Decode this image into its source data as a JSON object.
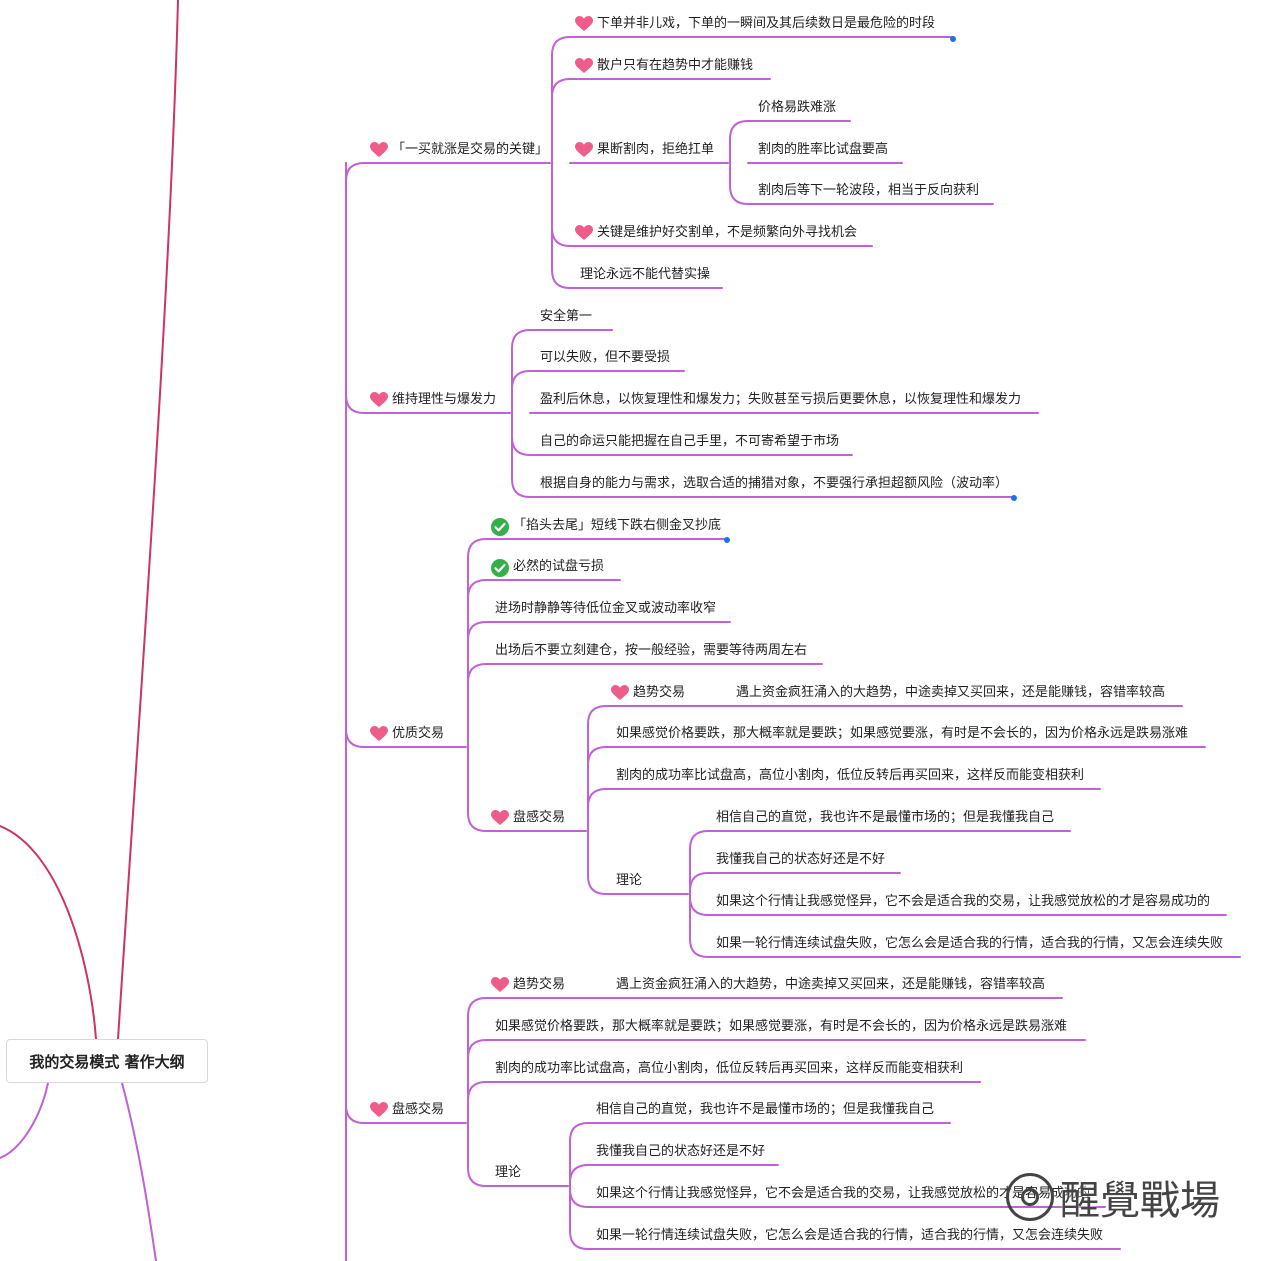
{
  "colors": {
    "branch": "#c062d6",
    "root_branch": "#cc3366",
    "heart": "#ee5c8a",
    "check": "#34b04a",
    "handle": "#1a73e8"
  },
  "root": {
    "label": "我的交易模式 著作大纲"
  },
  "b1": {
    "label": "「一买就涨是交易的关键」",
    "c1": "下单并非儿戏，下单的一瞬间及其后续数日是最危险的时段",
    "c2": "散户只有在趋势中才能赚钱",
    "c3": "果断割肉，拒绝扛单",
    "c3a": "价格易跌难涨",
    "c3b": "割肉的胜率比试盘要高",
    "c3c": "割肉后等下一轮波段，相当于反向获利",
    "c4": "关键是维护好交割单，不是频繁向外寻找机会",
    "c5": "理论永远不能代替实操"
  },
  "b2": {
    "label": "维持理性与爆发力",
    "c1": "安全第一",
    "c2": "可以失败，但不要受损",
    "c3": "盈利后休息，以恢复理性和爆发力；失败甚至亏损后更要休息，以恢复理性和爆发力",
    "c4": "自己的命运只能把握在自己手里，不可寄希望于市场",
    "c5": "根据自身的能力与需求，选取合适的捕猎对象，不要强行承担超额风险（波动率）"
  },
  "b3": {
    "label": "优质交易",
    "c1": "「掐头去尾」短线下跌右侧金叉抄底",
    "c2": "必然的试盘亏损",
    "c3": "进场时静静等待低位金叉或波动率收窄",
    "c4": "出场后不要立刻建仓，按一般经验，需要等待两周左右",
    "c5": "盘感交易",
    "c5a": "趋势交易",
    "c5a_note": "遇上资金疯狂涌入的大趋势，中途卖掉又买回来，还是能赚钱，容错率较高",
    "c5b": "如果感觉价格要跌，那大概率就是要跌；如果感觉要涨，有时是不会长的，因为价格永远是跌易涨难",
    "c5c": "割肉的成功率比试盘高，高位小割肉，低位反转后再买回来，这样反而能变相获利",
    "c5d": "理论",
    "c5d1": "相信自己的直觉，我也许不是最懂市场的；但是我懂我自己",
    "c5d2": "我懂我自己的状态好还是不好",
    "c5d3": "如果这个行情让我感觉怪异，它不会是适合我的交易，让我感觉放松的才是容易成功的",
    "c5d4": "如果一轮行情连续试盘失败，它怎么会是适合我的行情，适合我的行情，又怎会连续失败"
  },
  "b4": {
    "label": "盘感交易",
    "c1": "趋势交易",
    "c1_note": "遇上资金疯狂涌入的大趋势，中途卖掉又买回来，还是能赚钱，容错率较高",
    "c2": "如果感觉价格要跌，那大概率就是要跌；如果感觉要涨，有时是不会长的，因为价格永远是跌易涨难",
    "c3": "割肉的成功率比试盘高，高位小割肉，低位反转后再买回来，这样反而能变相获利",
    "c4": "理论",
    "c4a": "相信自己的直觉，我也许不是最懂市场的；但是我懂我自己",
    "c4b": "我懂我自己的状态好还是不好",
    "c4c": "如果这个行情让我感觉怪异，它不会是适合我的交易，让我感觉放松的才是容易成功的",
    "c4d": "如果一轮行情连续试盘失败，它怎么会是适合我的行情，适合我的行情，又怎会连续失败"
  },
  "watermark": {
    "text": "醒覺戰場"
  }
}
